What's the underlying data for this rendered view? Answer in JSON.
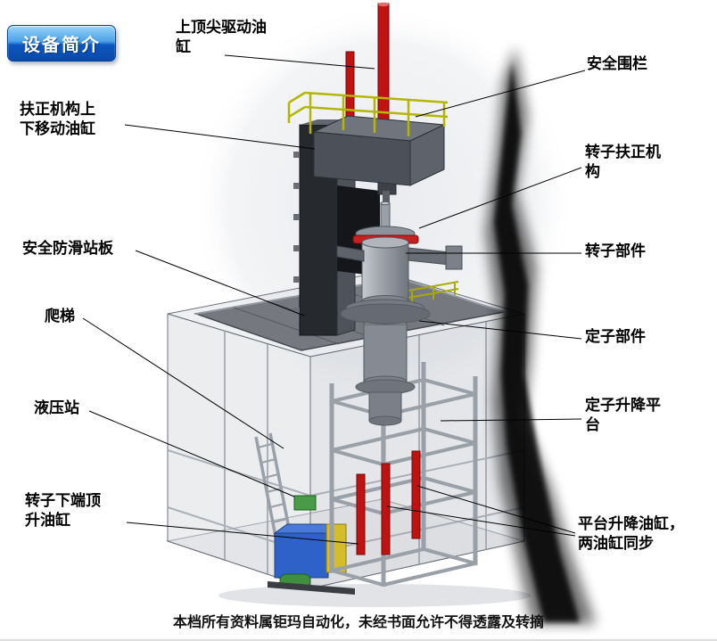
{
  "badge": {
    "label": "设备简介"
  },
  "callouts": {
    "top_spindle_cylinder": "上顶尖驱动油缸",
    "safety_fence": "安全围栏",
    "centering_updown_cylinder": "扶正机构上下移动油缸",
    "rotor_centering_mechanism": "转子扶正机构",
    "antislip_board": "安全防滑站板",
    "rotor_component": "转子部件",
    "ladder": "爬梯",
    "stator_component": "定子部件",
    "hydraulic_station": "液压站",
    "stator_lift_platform": "定子升降平台",
    "rotor_bottom_jack_cylinder": "转子下端顶升油缸",
    "platform_lift_cylinders": "平台升降油缸，两油缸同步"
  },
  "footer": {
    "text": "本档所有资料属钜玛自动化，未经书面允许不得透露及转摘"
  },
  "colors": {
    "badge_blue_top": "#8ed1f7",
    "badge_blue_bottom": "#0b55c0",
    "cylinder_red": "#c01212",
    "railing_yellow": "#b4b600",
    "hydraulic_blue": "#2f62c8",
    "pump_green": "#3f8f3f",
    "structure_gray": "#8d939b"
  }
}
